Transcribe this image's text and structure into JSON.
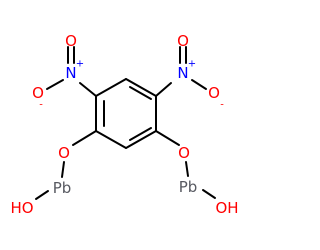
{
  "molecule": {
    "colors": {
      "bond": "#000000",
      "oxygen": "#ff0000",
      "nitrogen": "#0000ff",
      "lead": "#575961"
    },
    "atoms": {
      "nitro_left": {
        "n": {
          "symbol": "N",
          "charge": "+"
        },
        "o_top": {
          "symbol": "O"
        },
        "o_minus": {
          "symbol": "O",
          "charge": "-"
        }
      },
      "nitro_right": {
        "n": {
          "symbol": "N",
          "charge": "+"
        },
        "o_top": {
          "symbol": "O"
        },
        "o_minus": {
          "symbol": "O",
          "charge": "-"
        }
      },
      "ether_o_left": {
        "symbol": "O"
      },
      "ether_o_right": {
        "symbol": "O"
      },
      "pb_left": {
        "symbol": "Pb"
      },
      "pb_right": {
        "symbol": "Pb"
      },
      "hydroxyl_left": {
        "symbol": "HO"
      },
      "hydroxyl_right": {
        "symbol": "OH"
      }
    }
  }
}
